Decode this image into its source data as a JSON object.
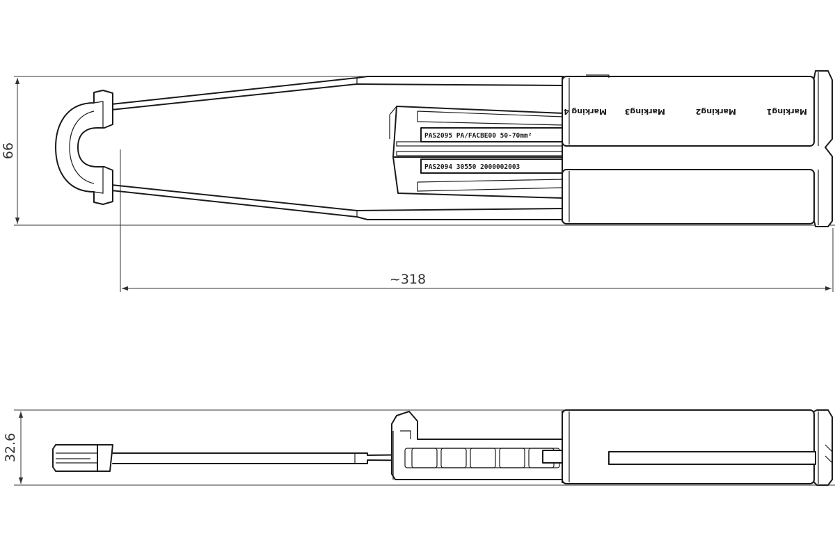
{
  "dimensions": {
    "height_top": "66",
    "length": "~318",
    "height_side": "32.6"
  },
  "markings": [
    "Marking1",
    "Marking2",
    "Marking3",
    "Marking 4"
  ],
  "plates": {
    "upper": "PAS2095 PA/FACBE00 50-70mm²",
    "lower": "PAS2094 30550 2000002003"
  },
  "colors": {
    "line": "#1a1a1a",
    "background": "#ffffff"
  }
}
